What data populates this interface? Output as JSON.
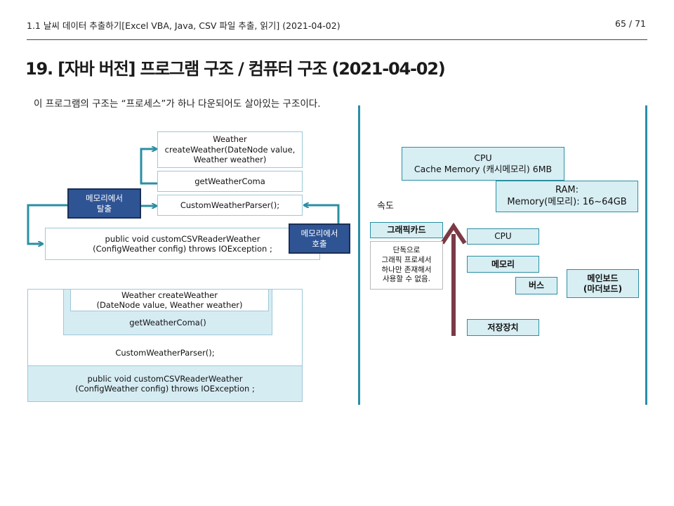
{
  "header": {
    "left": "1.1 날씨 데이터 추출하기[Excel VBA, Java, CSV 파일 추출, 읽기] (2021-04-02)",
    "page": "65 / 71"
  },
  "title": "19. [자바 버전] 프로그램 구조 / 컴퓨터 구조 (2021-04-02)",
  "intro": "이 프로그램의 구조는 “프로세스”가 하나 다운되어도 살아있는 구조이다.",
  "left_diagram": {
    "stack_top": {
      "weather": [
        "Weather",
        "createWeather(DateNode value,",
        "Weather weather)"
      ],
      "getcoma": "getWeatherComa",
      "parser": "CustomWeatherParser();",
      "reader": [
        "public void customCSVReaderWeather",
        "(ConfigWeather config) throws IOException ;"
      ]
    },
    "badge_exit": [
      "메모리에서",
      "탈출"
    ],
    "badge_call": [
      "메모리에서",
      "호출"
    ],
    "stack_bottom": {
      "weather": [
        "Weather createWeather",
        "(DateNode value, Weather weather)"
      ],
      "getcoma": "getWeatherComa()",
      "parser": "CustomWeatherParser();",
      "reader": [
        "public void customCSVReaderWeather",
        "(ConfigWeather config) throws IOException ;"
      ]
    }
  },
  "right_diagram": {
    "cpu_cache": [
      "CPU",
      "Cache Memory (캐시메모리)  6MB"
    ],
    "ram": [
      "RAM:",
      "Memory(메모리): 16~64GB"
    ],
    "speed": "속도",
    "graphics_card": "그래픽카드",
    "graphics_note": [
      "단독으로",
      "그래픽 프로세서",
      "하나만 존재해서",
      "사용할 수 없음."
    ],
    "cpu": "CPU",
    "memory": "메모리",
    "bus": "버스",
    "mainboard": [
      "메인보드",
      "(마더보드)"
    ],
    "storage": "저장장치"
  },
  "colors": {
    "teal": "#2a8fa3",
    "navy": "#2f5494",
    "light_blue": "#d6ecf3",
    "arrow_maroon": "#7b3a46"
  }
}
